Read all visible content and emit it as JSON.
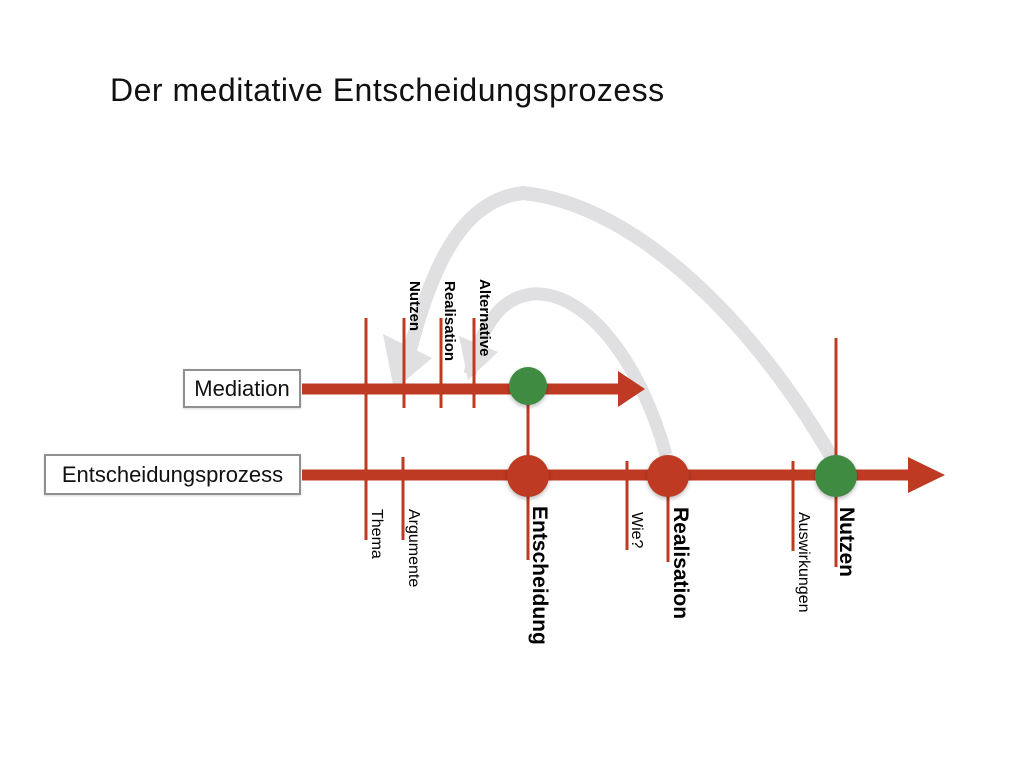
{
  "title": "Der meditative Entscheidungsprozess",
  "colors": {
    "red": "#bf3a22",
    "green": "#3f8b41",
    "arc": "#e0e0e2",
    "box_border": "#909090",
    "text": "#000000"
  },
  "rows": {
    "mediation": {
      "label": "Mediation"
    },
    "prozess": {
      "label": "Entscheidungsprozess"
    }
  },
  "mediation_phases": {
    "nutzen": "Nutzen",
    "realisation": "Realisation",
    "alternative": "Alternative"
  },
  "prozess_phases": {
    "thema": "Thema",
    "argumente": "Argumente",
    "entscheidung": "Entscheidung",
    "wie": "Wie?",
    "realisation": "Realisation",
    "auswirkungen": "Auswirkungen",
    "nutzen": "Nutzen"
  }
}
